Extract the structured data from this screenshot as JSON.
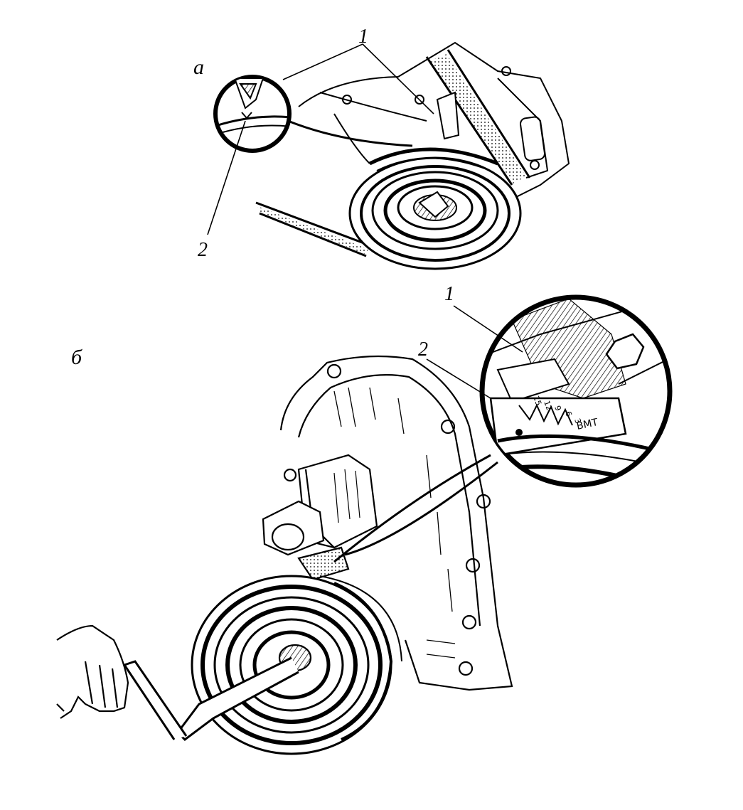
{
  "figure": {
    "panels": [
      {
        "letter": "а",
        "callouts": [
          "1",
          "2"
        ]
      },
      {
        "letter": "б",
        "callouts": [
          "1",
          "2"
        ]
      }
    ],
    "scale_marks": [
      "15",
      "12",
      "9",
      "6",
      "3",
      "ВМТ"
    ],
    "colors": {
      "ink": "#000000",
      "paper": "#ffffff"
    }
  }
}
